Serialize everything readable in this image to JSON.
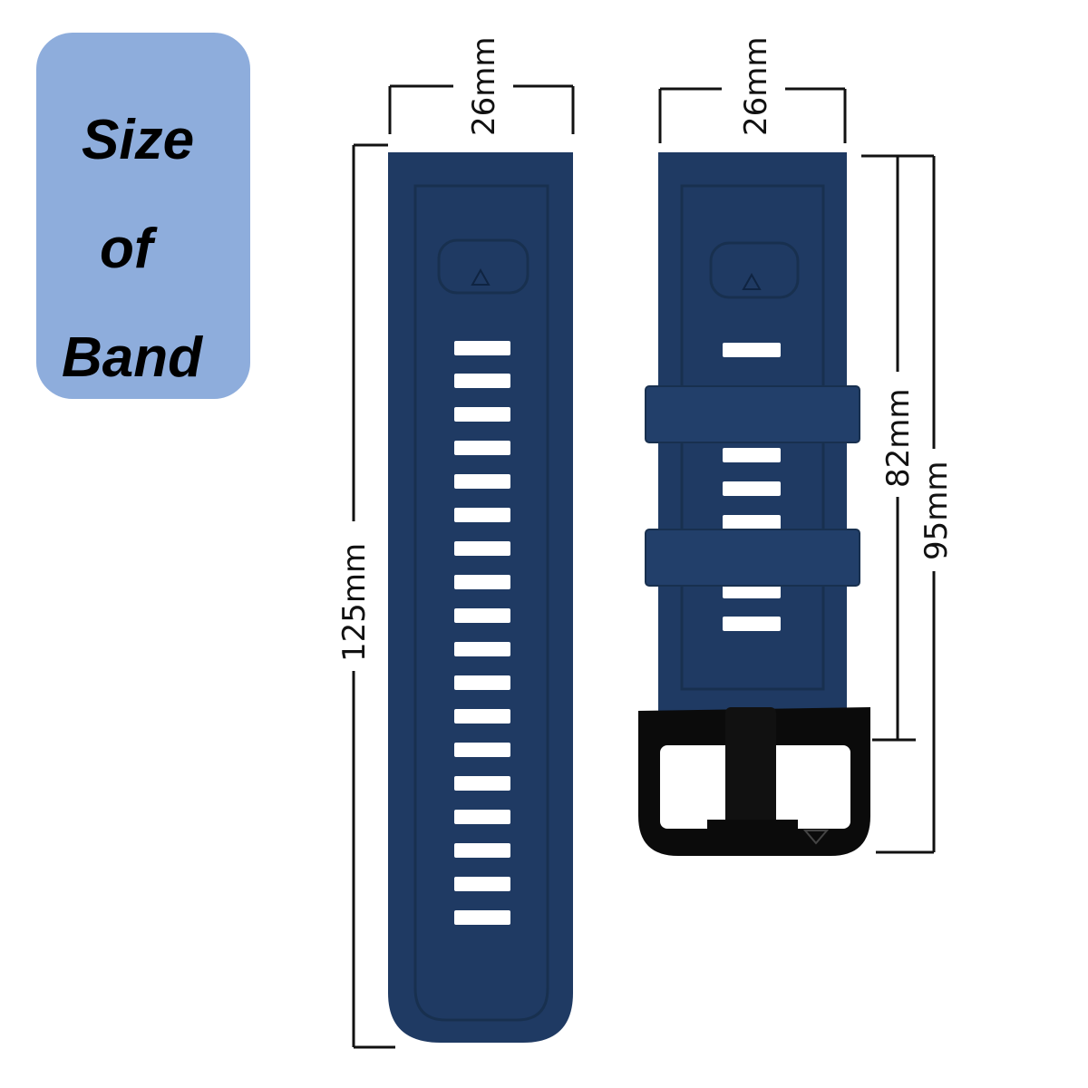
{
  "badge": {
    "line1": "Size",
    "line2": "of",
    "line3": "Band",
    "color": "#8eaddc"
  },
  "dimensions": {
    "long_strap_width": "26mm",
    "long_strap_length": "125mm",
    "buckle_strap_width": "26mm",
    "buckle_strap_length": "82mm",
    "buckle_total_length": "95mm"
  },
  "colors": {
    "strap": "#1f3a63",
    "strap_shade": "#18304f",
    "buckle": "#0b0b0b",
    "dimension_line": "#111111"
  }
}
